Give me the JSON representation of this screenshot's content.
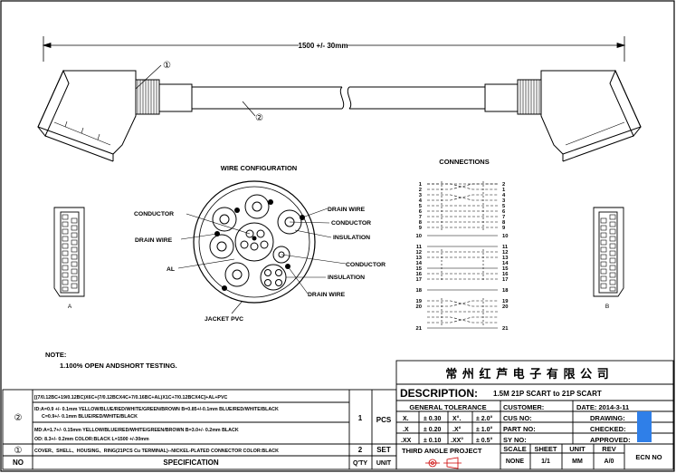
{
  "drawing": {
    "length_dim": "1500 +/- 30mm",
    "callout1": "①",
    "callout2": "②",
    "wire_title": "WIRE CONFIGURATION",
    "conn_title": "CONNECTIONS",
    "wire_labels": {
      "conductor_left": "CONDUCTOR",
      "drain_left": "DRAIN WIRE",
      "al": "AL",
      "drain_tr": "DRAIN WIRE",
      "conductor_r1": "CONDUCTOR",
      "insulation_r1": "INSULATION",
      "conductor_r2": "CONDUCTOR",
      "insulation_r2": "INSULATION",
      "drain_br": "DRAIN WIRE",
      "jacket": "JACKET PVC"
    },
    "view_a": "A",
    "view_b": "B",
    "pins_left": [
      "1",
      "2",
      "3",
      "4",
      "5",
      "6",
      "7",
      "8",
      "9",
      "10",
      "11",
      "12",
      "13",
      "14",
      "15",
      "16",
      "17",
      "18",
      "19",
      "20",
      "21"
    ],
    "pins_right": [
      "2",
      "1",
      "4",
      "3",
      "5",
      "6",
      "7",
      "8",
      "9",
      "10",
      "11",
      "12",
      "13",
      "14",
      "15",
      "16",
      "17",
      "18",
      "19",
      "20",
      "21"
    ]
  },
  "note": {
    "title": "NOTE:",
    "line1": "1.100% OPEN ANDSHORT TESTING."
  },
  "title_block": {
    "company": "常 州 红 芦 电 子 有 限 公 司",
    "desc_label": "DESCRIPTION:",
    "desc_value": "1.5M  21P SCART to 21P SCART",
    "general_tolerance": "GENERAL TOLERANCE",
    "tol_rows": [
      {
        "a": "X.",
        "b": "± 0.30",
        "c": "X°.",
        "d": "± 2.0°"
      },
      {
        "a": ".X",
        "b": "± 0.20",
        "c": ".X°",
        "d": "± 1.0°"
      },
      {
        "a": ".XX",
        "b": "± 0.10",
        "c": ".XX°",
        "d": "± 0.5°"
      }
    ],
    "customer": "CUSTOMER:",
    "cus_no": "CUS NO:",
    "part_no": "PART NO:",
    "sy_no": "SY NO:",
    "date": "DATE:  2014-3-11",
    "drawing": "DRAWING:",
    "checked": "CHECKED:",
    "approved": "APPROVED:",
    "third_angle": "THIRD  ANGLE PROJECT",
    "scale_label": "SCALE",
    "scale_value": "NONE",
    "sheet_label": "SHEET",
    "sheet_value": "1/1",
    "unit_label": "UNIT",
    "unit_value": "MM",
    "rev_label": "REV",
    "rev_value": "A/0",
    "ecn_no": "ECN NO"
  },
  "bom": {
    "row2": {
      "no": "②",
      "spec1": "[(7/0.12BC+19/0.12BC)X6C+(7/0.12BCX4C+7/0.16BC+AL)X1C+7/0.12BCX4C]+AL+PVC",
      "spec2": "ID:A=0.9 +/- 0.1mm YELLOW/BLUE/RED/WHITE/GREEN/BROWN    B=0.85+/-0.1mm  BLUE/RED/WHITE/BLACK",
      "spec3": "C=0.9+/- 0.1mm  BLUE/RED/WHITE/BLACK",
      "spec4": "MD:A=1.7+/- 0.15mm YELLOW/BLUE/RED/WHITE/GREEN/BROWN    B=3.0+/- 0.2mm  BLACK",
      "spec5": "OD: 8.3+/- 0.2mm      COLOR:BLACK  L=1500 +/-30mm",
      "qty": "1",
      "unit": "PCS"
    },
    "row1": {
      "no": "①",
      "spec": "COVER、SHELL、HOUSING、RING(21PCS Cu TERMINAL)--NICKEL-PLATED CONNECTOR    COLOR:BLACK",
      "qty": "2",
      "unit": "SET"
    },
    "header": {
      "no": "NO",
      "spec": "SPECIFICATION",
      "qty": "Q'TY",
      "unit": "UNIT"
    }
  }
}
